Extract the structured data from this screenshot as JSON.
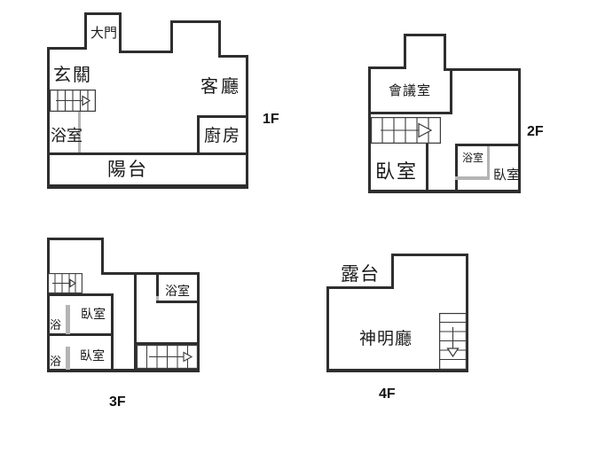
{
  "colors": {
    "background": "#ffffff",
    "wall": "#2e2e2e",
    "wall_light": "#b5b5b5",
    "text": "#1a1a1a"
  },
  "floors": [
    {
      "name": "1F",
      "rooms": {
        "main_door": "大門",
        "entry": "玄關",
        "living_room": "客廳",
        "bathroom": "浴室",
        "kitchen": "廚房",
        "balcony": "陽台"
      }
    },
    {
      "name": "2F",
      "rooms": {
        "meeting_room": "會議室",
        "bedroom_left": "臥室",
        "bathroom": "浴室",
        "bedroom_right": "臥室"
      }
    },
    {
      "name": "3F",
      "rooms": {
        "bathroom": "浴室",
        "bedroom_upper": "臥室",
        "bath_upper": "浴",
        "bedroom_lower": "臥室",
        "bath_lower": "浴"
      }
    },
    {
      "name": "4F",
      "rooms": {
        "terrace": "露台",
        "shrine_hall": "神明廳"
      }
    }
  ]
}
